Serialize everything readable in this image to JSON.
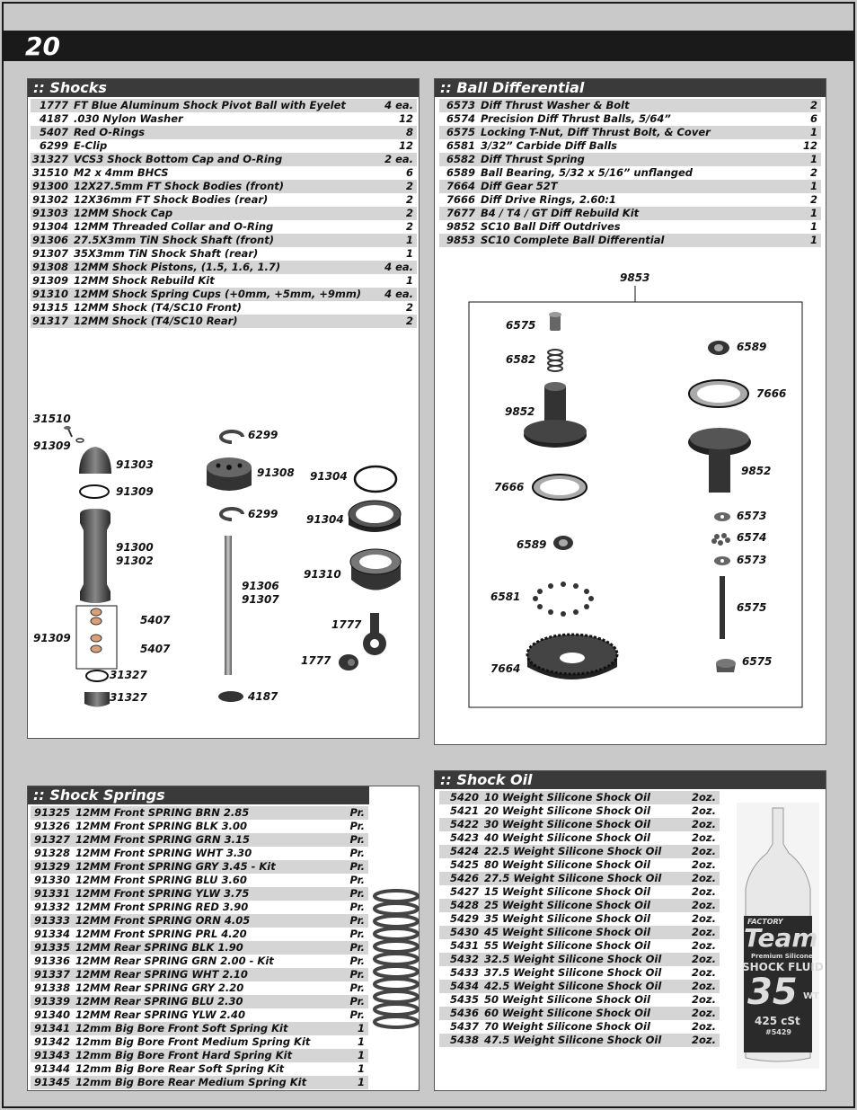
{
  "page_number": "20",
  "shocks": {
    "title": ":: Shocks",
    "rows": [
      [
        "1777",
        "FT Blue Aluminum Shock Pivot Ball with Eyelet",
        "4 ea."
      ],
      [
        "4187",
        ".030 Nylon Washer",
        "12"
      ],
      [
        "5407",
        "Red O-Rings",
        "8"
      ],
      [
        "6299",
        "E-Clip",
        "12"
      ],
      [
        "31327",
        "VCS3 Shock Bottom Cap and O-Ring",
        "2 ea."
      ],
      [
        "31510",
        "M2 x 4mm BHCS",
        "6"
      ],
      [
        "91300",
        "12X27.5mm FT Shock Bodies (front)",
        "2"
      ],
      [
        "91302",
        "12X36mm FT Shock Bodies (rear)",
        "2"
      ],
      [
        "91303",
        "12MM Shock Cap",
        "2"
      ],
      [
        "91304",
        "12MM Threaded Collar and O-Ring",
        "2"
      ],
      [
        "91306",
        "27.5X3mm TiN Shock Shaft (front)",
        "1"
      ],
      [
        "91307",
        "35X3mm TiN Shock Shaft (rear)",
        "1"
      ],
      [
        "91308",
        "12MM Shock Pistons, (1.5, 1.6, 1.7)",
        "4 ea."
      ],
      [
        "91309",
        "12MM Shock Rebuild Kit",
        "1"
      ],
      [
        "91310",
        "12MM Shock Spring Cups (+0mm, +5mm, +9mm)",
        "4 ea."
      ],
      [
        "91315",
        "12MM Shock (T4/SC10 Front)",
        "2"
      ],
      [
        "91317",
        "12MM Shock (T4/SC10 Rear)",
        "2"
      ]
    ],
    "labels": {
      "l31510": "31510",
      "l91309a": "91309",
      "l91303": "91303",
      "l91309b": "91309",
      "l91300": "91300",
      "l91302": "91302",
      "l91309c": "91309",
      "l5407a": "5407",
      "l5407b": "5407",
      "l31327a": "31327",
      "l31327b": "31327",
      "l6299a": "6299",
      "l91308": "91308",
      "l6299b": "6299",
      "l91306": "91306",
      "l91307": "91307",
      "l4187": "4187",
      "l91304a": "91304",
      "l91304b": "91304",
      "l91310": "91310",
      "l1777a": "1777",
      "l1777b": "1777"
    }
  },
  "ball_diff": {
    "title": ":: Ball Differential",
    "rows": [
      [
        "6573",
        "Diff Thrust Washer & Bolt",
        "2"
      ],
      [
        "6574",
        "Precision Diff Thrust Balls, 5/64”",
        "6"
      ],
      [
        "6575",
        "Locking T-Nut, Diff Thrust Bolt, & Cover",
        "1"
      ],
      [
        "6581",
        "3/32” Carbide Diff Balls",
        "12"
      ],
      [
        "6582",
        "Diff Thrust Spring",
        "1"
      ],
      [
        "6589",
        "Ball Bearing, 5/32 x 5/16” unflanged",
        "2"
      ],
      [
        "7664",
        "Diff Gear 52T",
        "1"
      ],
      [
        "7666",
        "Diff Drive Rings, 2.60:1",
        "2"
      ],
      [
        "7677",
        "B4 / T4 / GT Diff Rebuild Kit",
        "1"
      ],
      [
        "9852",
        "SC10 Ball Diff Outdrives",
        "1"
      ],
      [
        "9853",
        "SC10 Complete Ball Differential",
        "1"
      ]
    ],
    "labels": {
      "l9853": "9853",
      "l6575a": "6575",
      "l6582": "6582",
      "l9852a": "9852",
      "l7666a": "7666",
      "l6589a": "6589",
      "l6581": "6581",
      "l7664": "7664",
      "l6589b": "6589",
      "l7666b": "7666",
      "l9852b": "9852",
      "l6573a": "6573",
      "l6574": "6574",
      "l6573b": "6573",
      "l6575b": "6575",
      "l6575c": "6575"
    }
  },
  "shock_springs": {
    "title": ":: Shock Springs",
    "rows": [
      [
        "91325",
        "12MM Front SPRING BRN 2.85",
        "Pr."
      ],
      [
        "91326",
        "12MM Front SPRING BLK 3.00",
        "Pr."
      ],
      [
        "91327",
        "12MM Front SPRING GRN 3.15",
        "Pr."
      ],
      [
        "91328",
        "12MM Front SPRING WHT 3.30",
        "Pr."
      ],
      [
        "91329",
        "12MM Front SPRING GRY 3.45 - Kit",
        "Pr."
      ],
      [
        "91330",
        "12MM Front SPRING BLU 3.60",
        "Pr."
      ],
      [
        "91331",
        "12MM Front SPRING YLW 3.75",
        "Pr."
      ],
      [
        "91332",
        "12MM Front SPRING RED 3.90",
        "Pr."
      ],
      [
        "91333",
        "12MM Front SPRING ORN 4.05",
        "Pr."
      ],
      [
        "91334",
        "12MM Front SPRING PRL 4.20",
        "Pr."
      ],
      [
        "91335",
        "12MM Rear SPRING BLK 1.90",
        "Pr."
      ],
      [
        "91336",
        "12MM Rear SPRING GRN 2.00 - Kit",
        "Pr."
      ],
      [
        "91337",
        "12MM Rear SPRING WHT 2.10",
        "Pr."
      ],
      [
        "91338",
        "12MM Rear SPRING GRY 2.20",
        "Pr."
      ],
      [
        "91339",
        "12MM Rear SPRING BLU 2.30",
        "Pr."
      ],
      [
        "91340",
        "12MM Rear SPRING YLW 2.40",
        "Pr."
      ],
      [
        "91341",
        "12mm Big Bore Front Soft Spring Kit",
        "1"
      ],
      [
        "91342",
        "12mm Big Bore Front Medium Spring Kit",
        "1"
      ],
      [
        "91343",
        "12mm Big Bore Front Hard Spring Kit",
        "1"
      ],
      [
        "91344",
        "12mm Big Bore Rear Soft Spring Kit",
        "1"
      ],
      [
        "91345",
        "12mm Big Bore Rear Medium Spring Kit",
        "1"
      ]
    ]
  },
  "shock_oil": {
    "title": ":: Shock Oil",
    "rows": [
      [
        "5420",
        "10 Weight Silicone Shock Oil",
        "2oz."
      ],
      [
        "5421",
        "20 Weight Silicone Shock Oil",
        "2oz."
      ],
      [
        "5422",
        "30 Weight Silicone Shock Oil",
        "2oz."
      ],
      [
        "5423",
        "40 Weight Silicone Shock Oil",
        "2oz."
      ],
      [
        "5424",
        "22.5 Weight Silicone Shock Oil",
        "2oz."
      ],
      [
        "5425",
        "80 Weight Silicone Shock Oil",
        "2oz."
      ],
      [
        "5426",
        "27.5 Weight Silicone Shock Oil",
        "2oz."
      ],
      [
        "5427",
        "15 Weight Silicone Shock Oil",
        "2oz."
      ],
      [
        "5428",
        "25 Weight Silicone Shock Oil",
        "2oz."
      ],
      [
        "5429",
        "35 Weight Silicone Shock Oil",
        "2oz."
      ],
      [
        "5430",
        "45 Weight Silicone Shock Oil",
        "2oz."
      ],
      [
        "5431",
        "55 Weight Silicone Shock Oil",
        "2oz."
      ],
      [
        "5432",
        "32.5 Weight Silicone Shock Oil",
        "2oz."
      ],
      [
        "5433",
        "37.5 Weight Silicone Shock Oil",
        "2oz."
      ],
      [
        "5434",
        "42.5 Weight Silicone Shock Oil",
        "2oz."
      ],
      [
        "5435",
        "50 Weight Silicone Shock Oil",
        "2oz."
      ],
      [
        "5436",
        "60 Weight Silicone Shock Oil",
        "2oz."
      ],
      [
        "5437",
        "70 Weight Silicone Shock Oil",
        "2oz."
      ],
      [
        "5438",
        "47.5 Weight Silicone Shock Oil",
        "2oz."
      ]
    ],
    "bottle": {
      "brand_top": "FACTORY",
      "brand": "Team",
      "line1": "Premium Silicone",
      "line2": "SHOCK FLUID",
      "weight": "35",
      "weight_suffix": "WT",
      "cst": "425 cSt",
      "part": "#5429"
    }
  },
  "colors": {
    "panel_header": "#3a3a3a",
    "alt_row": "#d5d5d5",
    "background": "#c9c9c9",
    "top_bar": "#1a1a1a"
  }
}
